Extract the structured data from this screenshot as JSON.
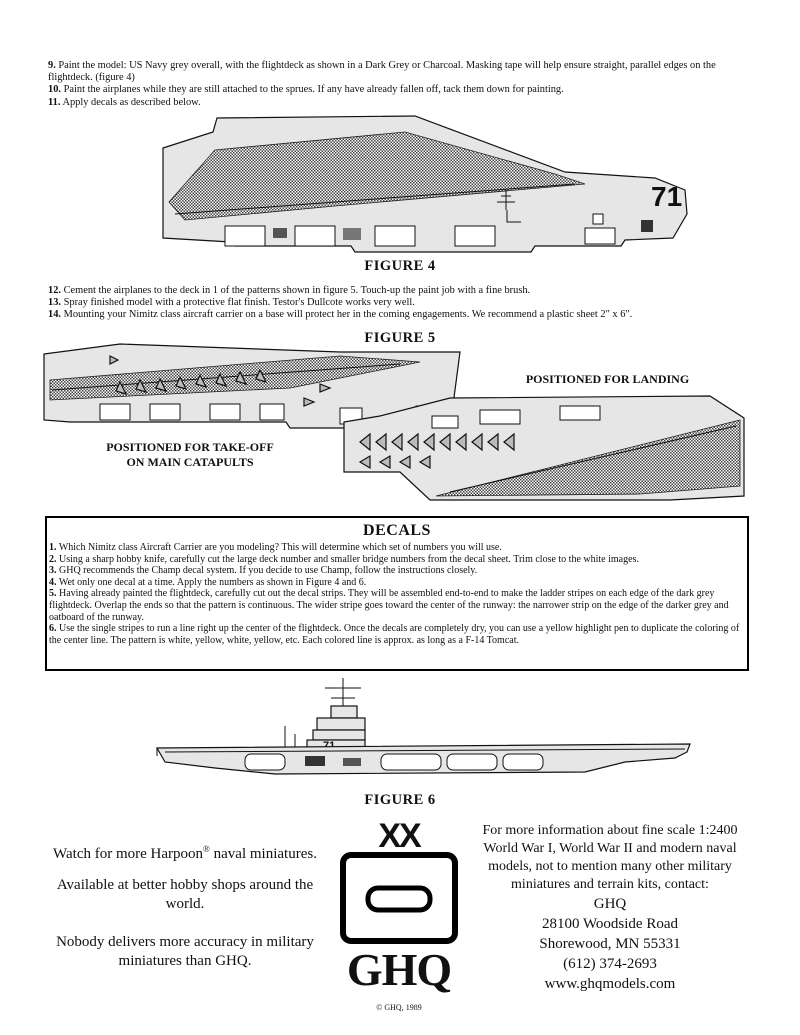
{
  "steps_a": [
    {
      "num": "9.",
      "text": "Paint the model:  US Navy grey overall, with the flightdeck as shown in a Dark Grey or Charcoal.  Masking tape will help ensure straight, parallel edges on the flightdeck.  (figure 4)"
    },
    {
      "num": "10.",
      "text": "Paint the airplanes while they are still attached to the sprues.  If any have already fallen off, tack them down for painting."
    },
    {
      "num": "11.",
      "text": "Apply decals as described below."
    }
  ],
  "figure4": {
    "title": "FIGURE 4",
    "hull_number": "71"
  },
  "steps_b": [
    {
      "num": "12.",
      "text": "Cement the airplanes to the deck in 1 of the patterns shown in figure 5.  Touch-up the paint job with a fine brush."
    },
    {
      "num": "13.",
      "text": "Spray finished model with a protective flat finish.  Testor's Dullcote works very well."
    },
    {
      "num": "14.",
      "text": "Mounting your Nimitz class aircraft carrier on a base will protect her in the coming engagements.  We recommend a plastic sheet 2\" x 6\"."
    }
  ],
  "figure5": {
    "title": "FIGURE 5",
    "caption_takeoff_line1": "POSITIONED FOR TAKE-OFF",
    "caption_takeoff_line2": "ON MAIN CATAPULTS",
    "caption_landing": "POSITIONED FOR LANDING"
  },
  "decals": {
    "title": "DECALS",
    "items": [
      {
        "num": "1.",
        "text": "Which Nimitz class Aircraft Carrier are you modeling?  This will determine which set of numbers you will use."
      },
      {
        "num": "2.",
        "text": "Using a sharp hobby knife, carefully cut the large deck number and smaller bridge numbers from the decal sheet.  Trim close to the white images."
      },
      {
        "num": "3.",
        "text": "GHQ recommends the Champ decal system.  If you decide to use Champ, follow the instructions closely."
      },
      {
        "num": "4.",
        "text": "Wet only one decal at a time.  Apply the numbers as shown in Figure 4 and 6."
      },
      {
        "num": "5.",
        "text": "Having already painted the flightdeck, carefully cut out the decal strips.  They will be assembled end-to-end to make the ladder stripes on each edge of the dark grey flightdeck.  Overlap the ends so that the pattern is continuous.  The wider stripe goes toward the center of the runway:  the narrower strip on the edge of the darker grey and oatboard of the runway."
      },
      {
        "num": "6.",
        "text": "Use the single stripes to run a line right up the center of the flightdeck.  Once the decals are completely dry, you can use a yellow highlight pen to duplicate the coloring of the center line.  The pattern is white, yellow, white, yellow, etc.  Each colored line is approx. as long as a F-14 Tomcat."
      }
    ]
  },
  "figure6": {
    "title": "FIGURE 6",
    "island_number": "71"
  },
  "promo": {
    "line1_pre": "Watch for more Harpoon",
    "registered": "®",
    "line1_post": " naval miniatures.",
    "line2": "Available at better hobby shops around the world.",
    "line3": "Nobody delivers more accuracy in military miniatures than GHQ."
  },
  "logo": {
    "top": "XX",
    "bottom": "GHQ",
    "copyright": "© GHQ, 1989"
  },
  "contact": {
    "intro": "For more information about fine scale 1:2400 World War I, World War II and modern naval models, not to mention many other military miniatures and terrain kits, contact:",
    "name": "GHQ",
    "address1": "28100 Woodside Road",
    "address2": "Shorewood, MN 55331",
    "phone": "(612) 374-2693",
    "web": "www.ghqmodels.com"
  }
}
